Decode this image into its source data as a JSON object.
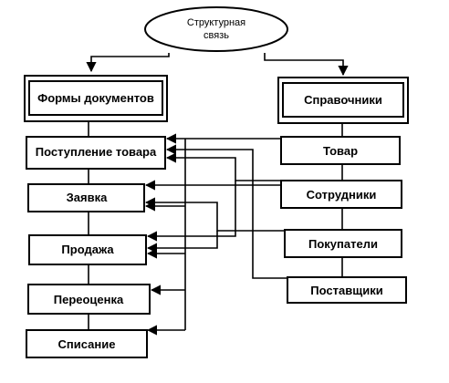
{
  "root": {
    "line1": "Структурная",
    "line2": "связь"
  },
  "categories": {
    "forms": "Формы документов",
    "references": "Справочники"
  },
  "documents": [
    "Поступление товара",
    "Заявка",
    "Продажа",
    "Переоценка",
    "Списание"
  ],
  "directories": [
    "Товар",
    "Сотрудники",
    "Покупатели",
    "Поставщики"
  ]
}
